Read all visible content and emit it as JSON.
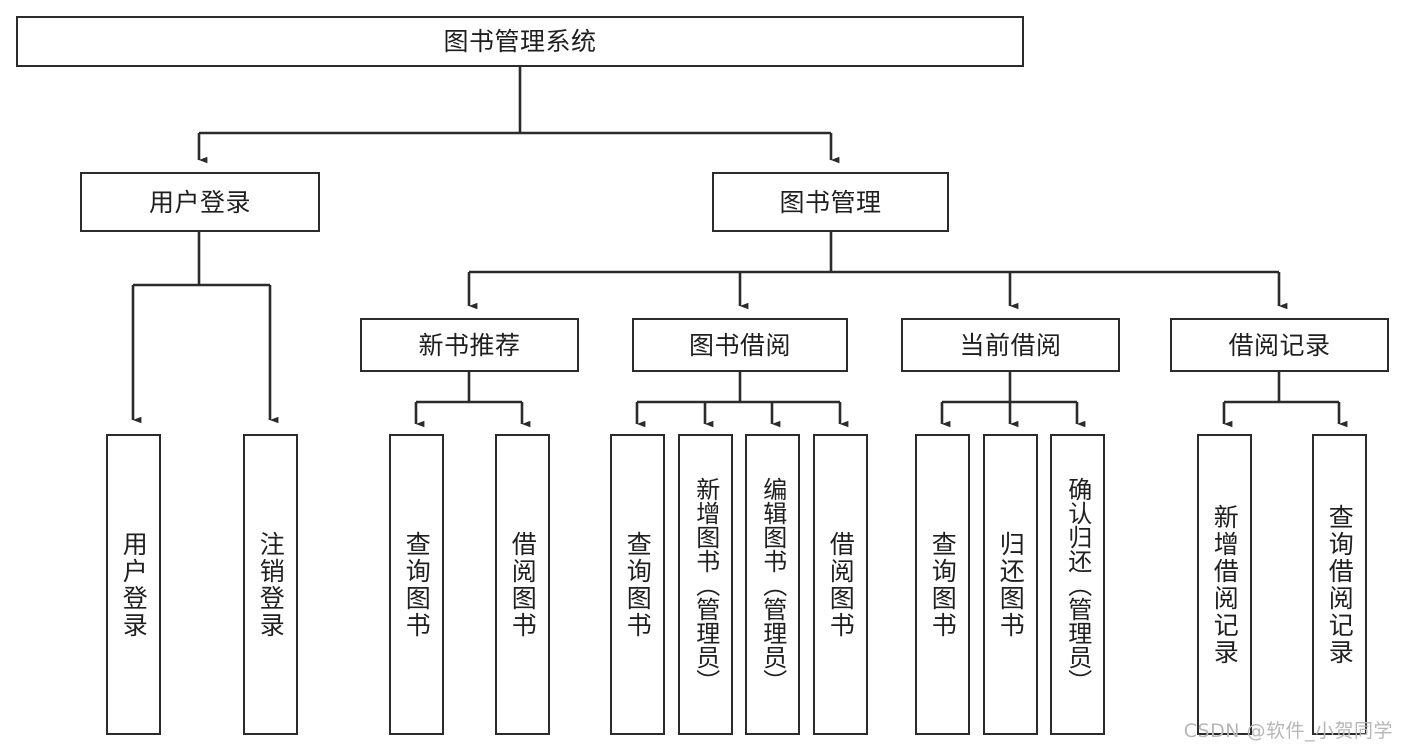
{
  "diagram": {
    "type": "tree",
    "title": "图书管理系统",
    "orientation": "top-down",
    "line_color": "#2b2b2b",
    "text_color": "#1f1f1f",
    "background": "#ffffff",
    "root": {
      "id": "root",
      "label": "图书管理系统"
    },
    "level2": [
      {
        "id": "user-login",
        "label": "用户登录"
      },
      {
        "id": "book-manage",
        "label": "图书管理"
      }
    ],
    "level3": [
      {
        "id": "new-book-recommend",
        "label": "新书推荐"
      },
      {
        "id": "book-borrow",
        "label": "图书借阅"
      },
      {
        "id": "current-borrow",
        "label": "当前借阅"
      },
      {
        "id": "borrow-record",
        "label": "借阅记录"
      }
    ],
    "leaves": {
      "user_login": [
        {
          "id": "leaf-user-login",
          "label": "用户登录"
        },
        {
          "id": "leaf-logout",
          "label": "注销登录"
        }
      ],
      "new_book_recommend": [
        {
          "id": "leaf-query-book-1",
          "label": "查询图书"
        },
        {
          "id": "leaf-borrow-book-1",
          "label": "借阅图书"
        }
      ],
      "book_borrow": [
        {
          "id": "leaf-query-book-2",
          "label": "查询图书"
        },
        {
          "id": "leaf-add-book",
          "label": "新增图书（管理员）"
        },
        {
          "id": "leaf-edit-book",
          "label": "编辑图书（管理员）"
        },
        {
          "id": "leaf-borrow-book-2",
          "label": "借阅图书"
        }
      ],
      "current_borrow": [
        {
          "id": "leaf-query-book-3",
          "label": "查询图书"
        },
        {
          "id": "leaf-return-book",
          "label": "归还图书"
        },
        {
          "id": "leaf-confirm-return",
          "label": "确认归还（管理员）"
        }
      ],
      "borrow_record": [
        {
          "id": "leaf-add-record",
          "label": "新增借阅记录"
        },
        {
          "id": "leaf-query-record",
          "label": "查询借阅记录"
        }
      ]
    }
  },
  "watermark": {
    "text": "CSDN @软件_小贺同学"
  }
}
